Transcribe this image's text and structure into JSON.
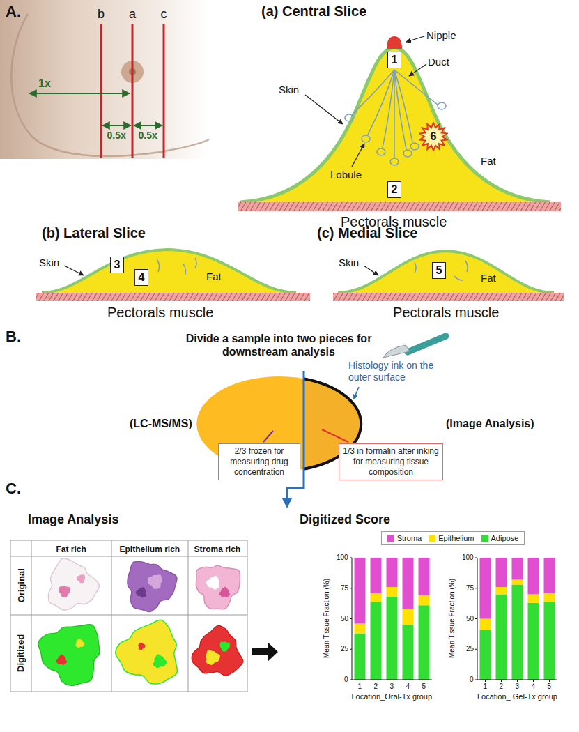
{
  "diagram": {
    "nodes": [
      {
        "text": [
          "1"
        ]
      },
      {
        "text": [
          "2"
        ]
      },
      {
        "text": [
          "6"
        ]
      },
      {
        "text": [
          "3"
        ]
      },
      {
        "text": [
          "4"
        ]
      },
      {
        "text": [
          "5"
        ]
      },
      {
        "text": [
          "2/3 frozen for measuring drug concentration"
        ]
      },
      {
        "text": [
          "1/3 in formalin after inking for measuring tissue composition"
        ]
      }
    ],
    "labels": [
      "A.",
      "b",
      "a",
      "c",
      "1x",
      "0.5x",
      "0.5x",
      "(a) Central Slice",
      "Nipple",
      "Duct",
      "Skin",
      "Lobule",
      "Fat",
      "Pectorals muscle",
      "(b) Lateral Slice",
      "Skin",
      "Fat",
      "Pectorals muscle",
      "(c) Medial Slice",
      "Skin",
      "Fat",
      "Pectorals muscle",
      "B.",
      "Divide a sample into two pieces for downstream analysis",
      "Histology ink on the outer surface",
      "(LC-MS/MS)",
      "(Image Analysis)",
      "C.",
      "Image Analysis",
      "Fat rich",
      "Epithelium rich",
      "Stroma rich",
      "Original",
      "Digitized",
      "Digitized Score",
      "Mean Tissue Fraction (%)",
      "100",
      "75",
      "50",
      "25",
      "0",
      "1",
      "2",
      "3",
      "4",
      "5",
      "Location_Oral-Tx group",
      "Mean Tissue Fraction (%)",
      "100",
      "75",
      "50",
      "25",
      "0",
      "1",
      "2",
      "3",
      "4",
      "5",
      "Location_ Gel-Tx group"
    ],
    "legend": [
      {
        "text": "Stroma",
        "color": "#e14fd0"
      },
      {
        "text": "Epithelium",
        "color": "#ffe000"
      },
      {
        "text": "Adipose",
        "color": "#33dd33"
      }
    ]
  }
}
